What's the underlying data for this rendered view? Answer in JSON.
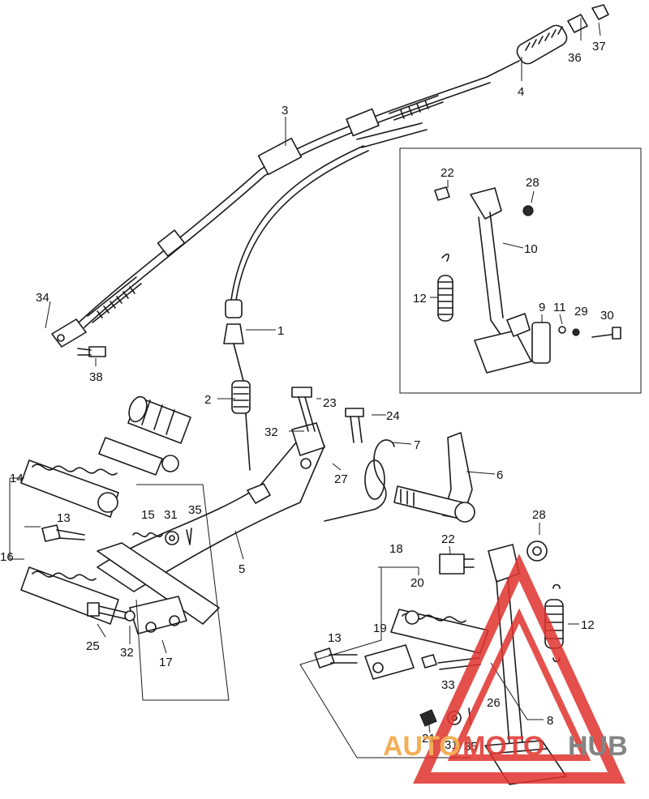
{
  "callouts": {
    "c1": "1",
    "c2": "2",
    "c3": "3",
    "c4": "4",
    "c5": "5",
    "c6": "6",
    "c7": "7",
    "c8": "8",
    "c9": "9",
    "c10": "10",
    "c11": "11",
    "c12a": "12",
    "c12b": "12",
    "c13a": "13",
    "c13b": "13",
    "c14": "14",
    "c15": "15",
    "c16": "16",
    "c17": "17",
    "c18": "18",
    "c19": "19",
    "c20": "20",
    "c21": "21",
    "c22a": "22",
    "c22b": "22",
    "c23": "23",
    "c24": "24",
    "c25": "25",
    "c26": "26",
    "c27": "27",
    "c28a": "28",
    "c28b": "28",
    "c29": "29",
    "c30": "30",
    "c31a": "31",
    "c31b": "31",
    "c32a": "32",
    "c32b": "32",
    "c33": "33",
    "c34": "34",
    "c35a": "35",
    "c35b": "35",
    "c36": "36",
    "c37": "37",
    "c38": "38"
  },
  "watermark": {
    "part1": "AUTO",
    "part2": "MOTO",
    "part3": "HUB",
    "color_orange": "#f2a23a",
    "color_red": "#e0322c",
    "color_grey": "#6f6f6f"
  }
}
